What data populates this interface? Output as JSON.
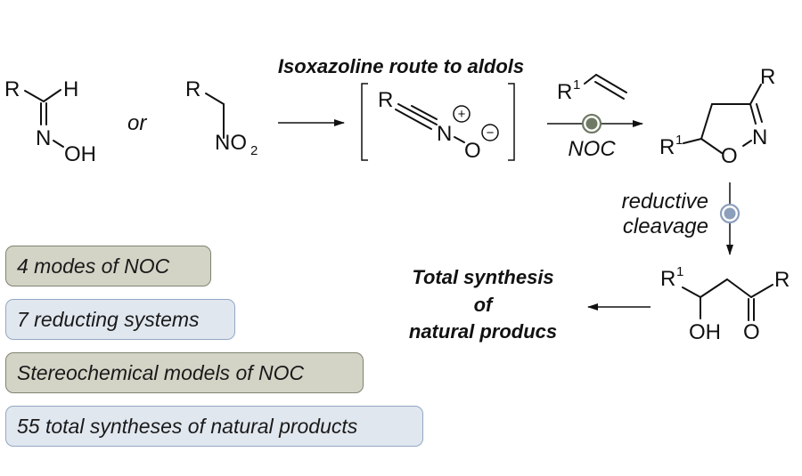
{
  "title": "Isoxazoline route to aldols",
  "starting_materials": {
    "oxime": {
      "r": "R",
      "h": "H",
      "n": "N",
      "oh": "OH"
    },
    "or_label": "or",
    "nitroalkane": {
      "r": "R",
      "no2_main": "NO",
      "no2_sub": "2"
    }
  },
  "nitrile_oxide": {
    "r": "R",
    "n": "N",
    "o": "O",
    "plus": "+",
    "minus": "−"
  },
  "alkene": {
    "r": "R",
    "sup": "1"
  },
  "step1_label": "NOC",
  "isoxazoline": {
    "r": "R",
    "r1": "R",
    "r1_sup": "1",
    "n": "N",
    "o": "O"
  },
  "step2_label": [
    "reductive",
    "cleavage"
  ],
  "aldol": {
    "r1": "R",
    "r1_sup": "1",
    "r": "R",
    "oh": "OH",
    "o": "O"
  },
  "product_label": [
    "Total synthesis",
    "of",
    "natural producs"
  ],
  "colors": {
    "noc_marker": "#6f7a65",
    "cleavage_marker": "#8c9fbc",
    "green_box_fill": "#d3d4c6",
    "blue_box_fill": "#e1e7ef"
  },
  "summary_boxes": [
    {
      "label": "4 modes of NOC",
      "style": "green"
    },
    {
      "label": "7 reducting systems",
      "style": "blue"
    },
    {
      "label": "Stereochemical models of NOC",
      "style": "green"
    },
    {
      "label": "55 total syntheses of natural products",
      "style": "blue"
    }
  ]
}
